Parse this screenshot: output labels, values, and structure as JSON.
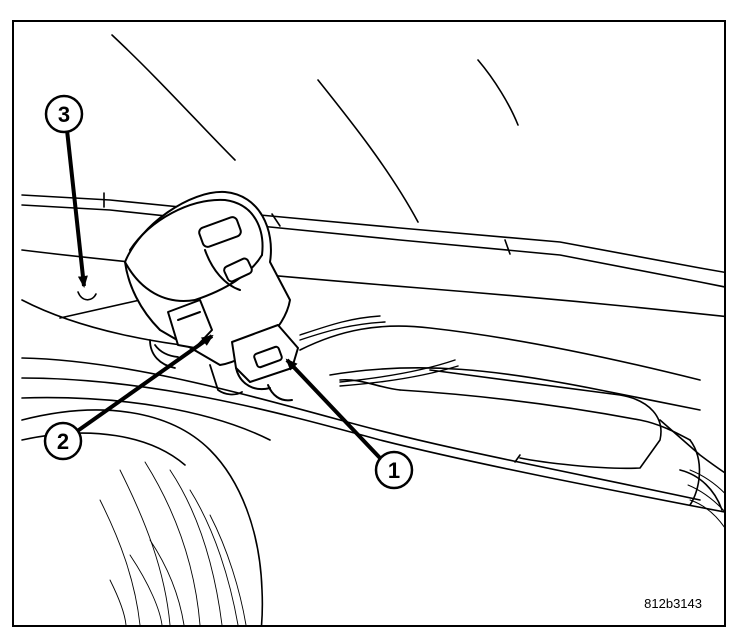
{
  "figure": {
    "callouts": [
      {
        "id": "1",
        "label": "1"
      },
      {
        "id": "2",
        "label": "2"
      },
      {
        "id": "3",
        "label": "3"
      }
    ],
    "figure_code": "812b3143",
    "colors": {
      "ink": "#000000",
      "paper": "#ffffff"
    }
  }
}
